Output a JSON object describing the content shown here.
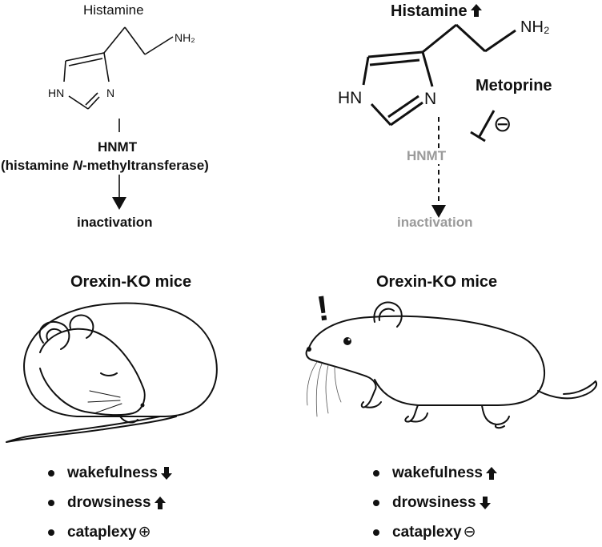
{
  "left_panel": {
    "molecule_label": "Histamine",
    "amine": "NH₂",
    "hn": "HN",
    "n": "N",
    "enzyme_short": "HNMT",
    "enzyme_full_prefix": "(histamine ",
    "enzyme_full_italic": "N",
    "enzyme_full_suffix": "-methyltransferase)",
    "outcome": "inactivation"
  },
  "right_panel": {
    "molecule_label": "Histamine",
    "molecule_trend": "up",
    "amine": "NH₂",
    "hn": "HN",
    "n": "N",
    "inhibitor": "Metoprine",
    "inhibitor_sign": "⊖",
    "enzyme_short": "HNMT",
    "outcome": "inactivation"
  },
  "left_mouse": {
    "title": "Orexin-KO mice",
    "effects": [
      {
        "label": "wakefulness",
        "trend": "down"
      },
      {
        "label": "drowsiness",
        "trend": "up"
      },
      {
        "label": "cataplexy",
        "trend": "plus"
      }
    ]
  },
  "right_mouse": {
    "title": "Orexin-KO mice",
    "alert_mark": "!",
    "effects": [
      {
        "label": "wakefulness",
        "trend": "up"
      },
      {
        "label": "drowsiness",
        "trend": "down"
      },
      {
        "label": "cataplexy",
        "trend": "minus"
      }
    ]
  },
  "symbols": {
    "plus": "⊕",
    "minus": "⊖"
  },
  "colors": {
    "ink": "#111111",
    "muted": "#9a9a9a",
    "background": "#ffffff"
  }
}
